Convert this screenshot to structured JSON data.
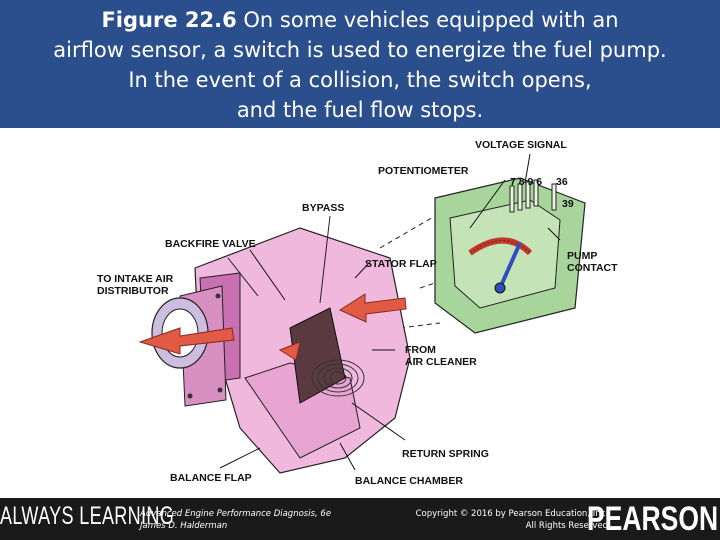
{
  "header": {
    "figure_number": "Figure 22.6",
    "caption_lines": [
      "On some vehicles equipped with an",
      "airflow sensor, a switch is used to energize the fuel pump.",
      "In the event of a collision, the switch opens,",
      "and the fuel flow stops."
    ]
  },
  "diagram": {
    "labels": {
      "voltage_signal": "VOLTAGE SIGNAL",
      "potentiometer": "POTENTIOMETER",
      "terminals_a": "7 8 9 6",
      "terminal_36": "36",
      "terminal_39": "39",
      "bypass": "BYPASS",
      "backfire_valve": "BACKFIRE VALVE",
      "stator_flap": "STATOR FLAP",
      "pump_contact_1": "PUMP",
      "pump_contact_2": "CONTACT",
      "to_intake_1": "TO INTAKE AIR",
      "to_intake_2": "DISTRIBUTOR",
      "from_air_1": "FROM",
      "from_air_2": "AIR CLEANER",
      "return_spring": "RETURN SPRING",
      "balance_flap": "BALANCE FLAP",
      "balance_chamber": "BALANCE CHAMBER"
    },
    "colors": {
      "housing": "#f0b8dc",
      "housing_dark": "#c970b0",
      "sensor_box": "#a8d59c",
      "arrow": "#e05a44"
    }
  },
  "footer": {
    "brand_tagline": "ALWAYS LEARNING",
    "book_title": "Advanced Engine Performance Diagnosis, 6e",
    "book_author": "James D. Halderman",
    "copyright_line1": "Copyright © 2016 by Pearson Education, Inc.",
    "copyright_line2": "All Rights Reserved",
    "logo": "PEARSON"
  }
}
